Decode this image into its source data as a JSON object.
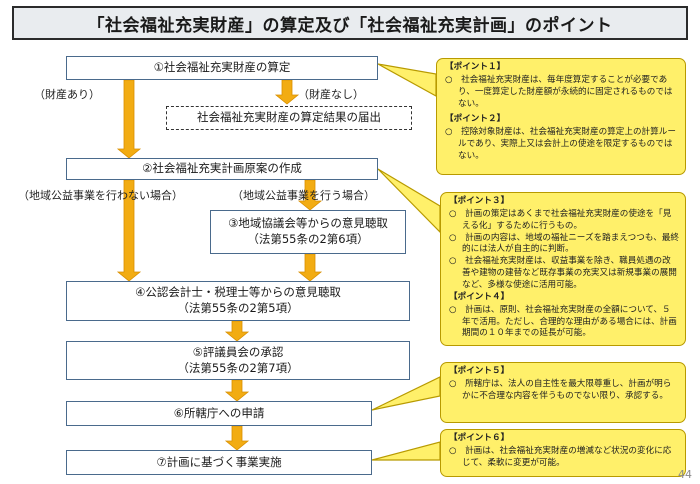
{
  "title": "「社会福祉充実財産」の算定及び「社会福祉充実計画」のポイント",
  "steps": {
    "s1": "①社会福祉充実財産の算定",
    "s1b": "社会福祉充実財産の算定結果の届出",
    "s2": "②社会福祉充実計画原案の作成",
    "s3_line1": "③地域協議会等からの意見聴取",
    "s3_line2": "（法第55条の2第6項）",
    "s4_line1": "④公認会計士・税理士等からの意見聴取",
    "s4_line2": "（法第55条の2第5項）",
    "s5_line1": "⑤評議員会の承認",
    "s5_line2": "（法第55条の2第7項）",
    "s6": "⑥所轄庁への申請",
    "s7": "⑦計画に基づく事業実施"
  },
  "branches": {
    "zaisan_ari": "（財産あり）",
    "zaisan_nashi": "（財産なし）",
    "chiiki_nashi": "（地域公益事業を行わない場合）",
    "chiiki_ari": "（地域公益事業を行う場合）"
  },
  "callouts": {
    "c1": {
      "head": "【ポイント１】",
      "items": [
        "○　社会福祉充実財産は、毎年度算定することが必要であり、一度算定した財産額が永続的に固定されるものではない。"
      ],
      "head2": "【ポイント２】",
      "items2": [
        "○　控除対象財産は、社会福祉充実財産の算定上の計算ルールであり、実際上又は会計上の使途を限定するものではない。"
      ]
    },
    "c2": {
      "head": "【ポイント３】",
      "items": [
        "○　計画の策定はあくまで社会福祉充実財産の使途を「見える化」するために行うもの。",
        "○　計画の内容は、地域の福祉ニーズを踏まえつつも、最終的には法人が自主的に判断。",
        "○　社会福祉充実財産は、収益事業を除き、職員処遇の改善や建物の建替など既存事業の充実又は新規事業の展開など、多様な使途に活用可能。"
      ],
      "head2": "【ポイント４】",
      "items2": [
        "○　計画は、原則、社会福祉充実財産の全額について、５年で活用。ただし、合理的な理由がある場合には、計画期間の１０年までの延長が可能。"
      ]
    },
    "c3": {
      "head": "【ポイント５】",
      "items": [
        "○　所轄庁は、法人の自主性を最大限尊重し、計画が明らかに不合理な内容を伴うものでない限り、承認する。"
      ]
    },
    "c4": {
      "head": "【ポイント６】",
      "items": [
        "○　計画は、社会福祉充実財産の増減など状況の変化に応じて、柔軟に変更が可能。"
      ]
    }
  },
  "page_number": "44",
  "colors": {
    "arrow": "#f2ac13",
    "callout_fill": "#fff06a",
    "callout_border": "#b89a00",
    "box_border": "#4a6a8c",
    "title_fill": "#e9ecef"
  }
}
